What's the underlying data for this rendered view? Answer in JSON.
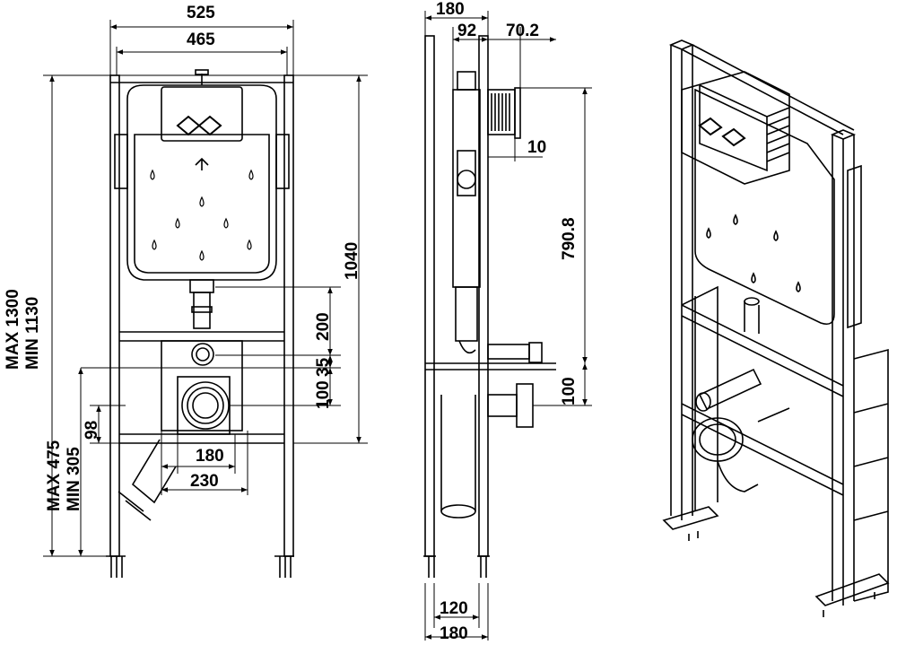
{
  "front_view": {
    "width_outer": "525",
    "width_inner": "465",
    "height_frame": "1040",
    "height_max": "MAX 1300",
    "height_min": "MIN 1130",
    "drain_height": "200",
    "pipe_offset_a": "35",
    "pipe_offset_b": "100",
    "side_offset": "98",
    "outlet_max": "MAX 475",
    "outlet_min": "MIN 305",
    "bracket_inner": "180",
    "bracket_outer": "230"
  },
  "side_view": {
    "depth_total": "180",
    "depth_frame": "92",
    "button_depth": "70.2",
    "button_offset": "10",
    "button_height": "790.8",
    "outlet_height": "100",
    "foot_inner": "120",
    "foot_outer": "180"
  }
}
